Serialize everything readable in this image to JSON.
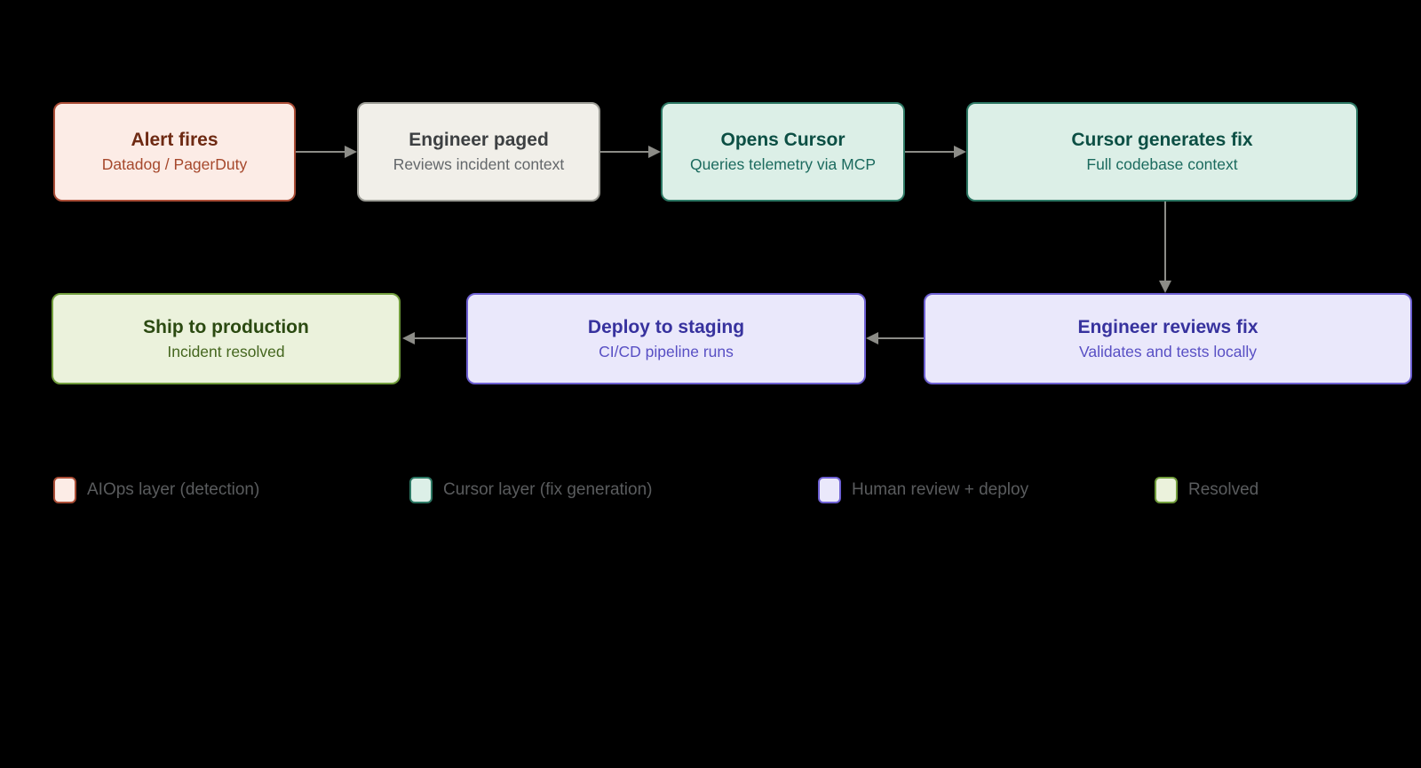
{
  "diagram": {
    "background": "#000000",
    "nodes": {
      "alert": {
        "title": "Alert fires",
        "subtitle": "Datadog / PagerDuty"
      },
      "paged": {
        "title": "Engineer paged",
        "subtitle": "Reviews incident context"
      },
      "cursor": {
        "title": "Opens Cursor",
        "subtitle": "Queries telemetry via MCP"
      },
      "fix": {
        "title": "Cursor generates fix",
        "subtitle": "Full codebase context"
      },
      "review": {
        "title": "Engineer reviews fix",
        "subtitle": "Validates and tests locally"
      },
      "staging": {
        "title": "Deploy to staging",
        "subtitle": "CI/CD pipeline runs"
      },
      "ship": {
        "title": "Ship to production",
        "subtitle": "Incident resolved"
      }
    },
    "legend": {
      "aiops": {
        "label": "AIOps layer (detection)",
        "fill": "#fcece6",
        "stroke": "#aa4d36"
      },
      "cursor": {
        "label": "Cursor layer (fix generation)",
        "fill": "#dcefe7",
        "stroke": "#2c7763"
      },
      "human": {
        "label": "Human review + deploy",
        "fill": "#eae8fb",
        "stroke": "#6d60d2"
      },
      "resolved": {
        "label": "Resolved",
        "fill": "#ebf2dc",
        "stroke": "#719d3c"
      }
    },
    "colors": {
      "arrow": "#8c8c87",
      "legend_text": "#5a5c5e"
    }
  }
}
